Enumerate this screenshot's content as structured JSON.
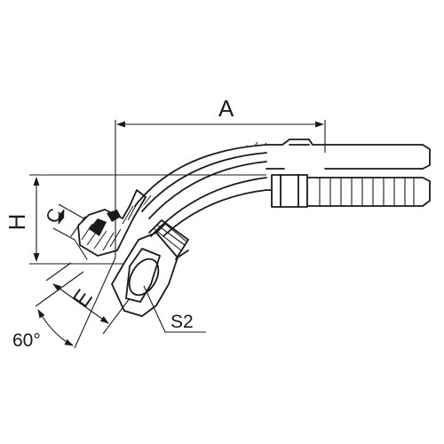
{
  "figure": {
    "labels": {
      "A": "A",
      "H": "H",
      "C": "C",
      "E": "E",
      "S2": "S2",
      "angle": "60°"
    }
  }
}
